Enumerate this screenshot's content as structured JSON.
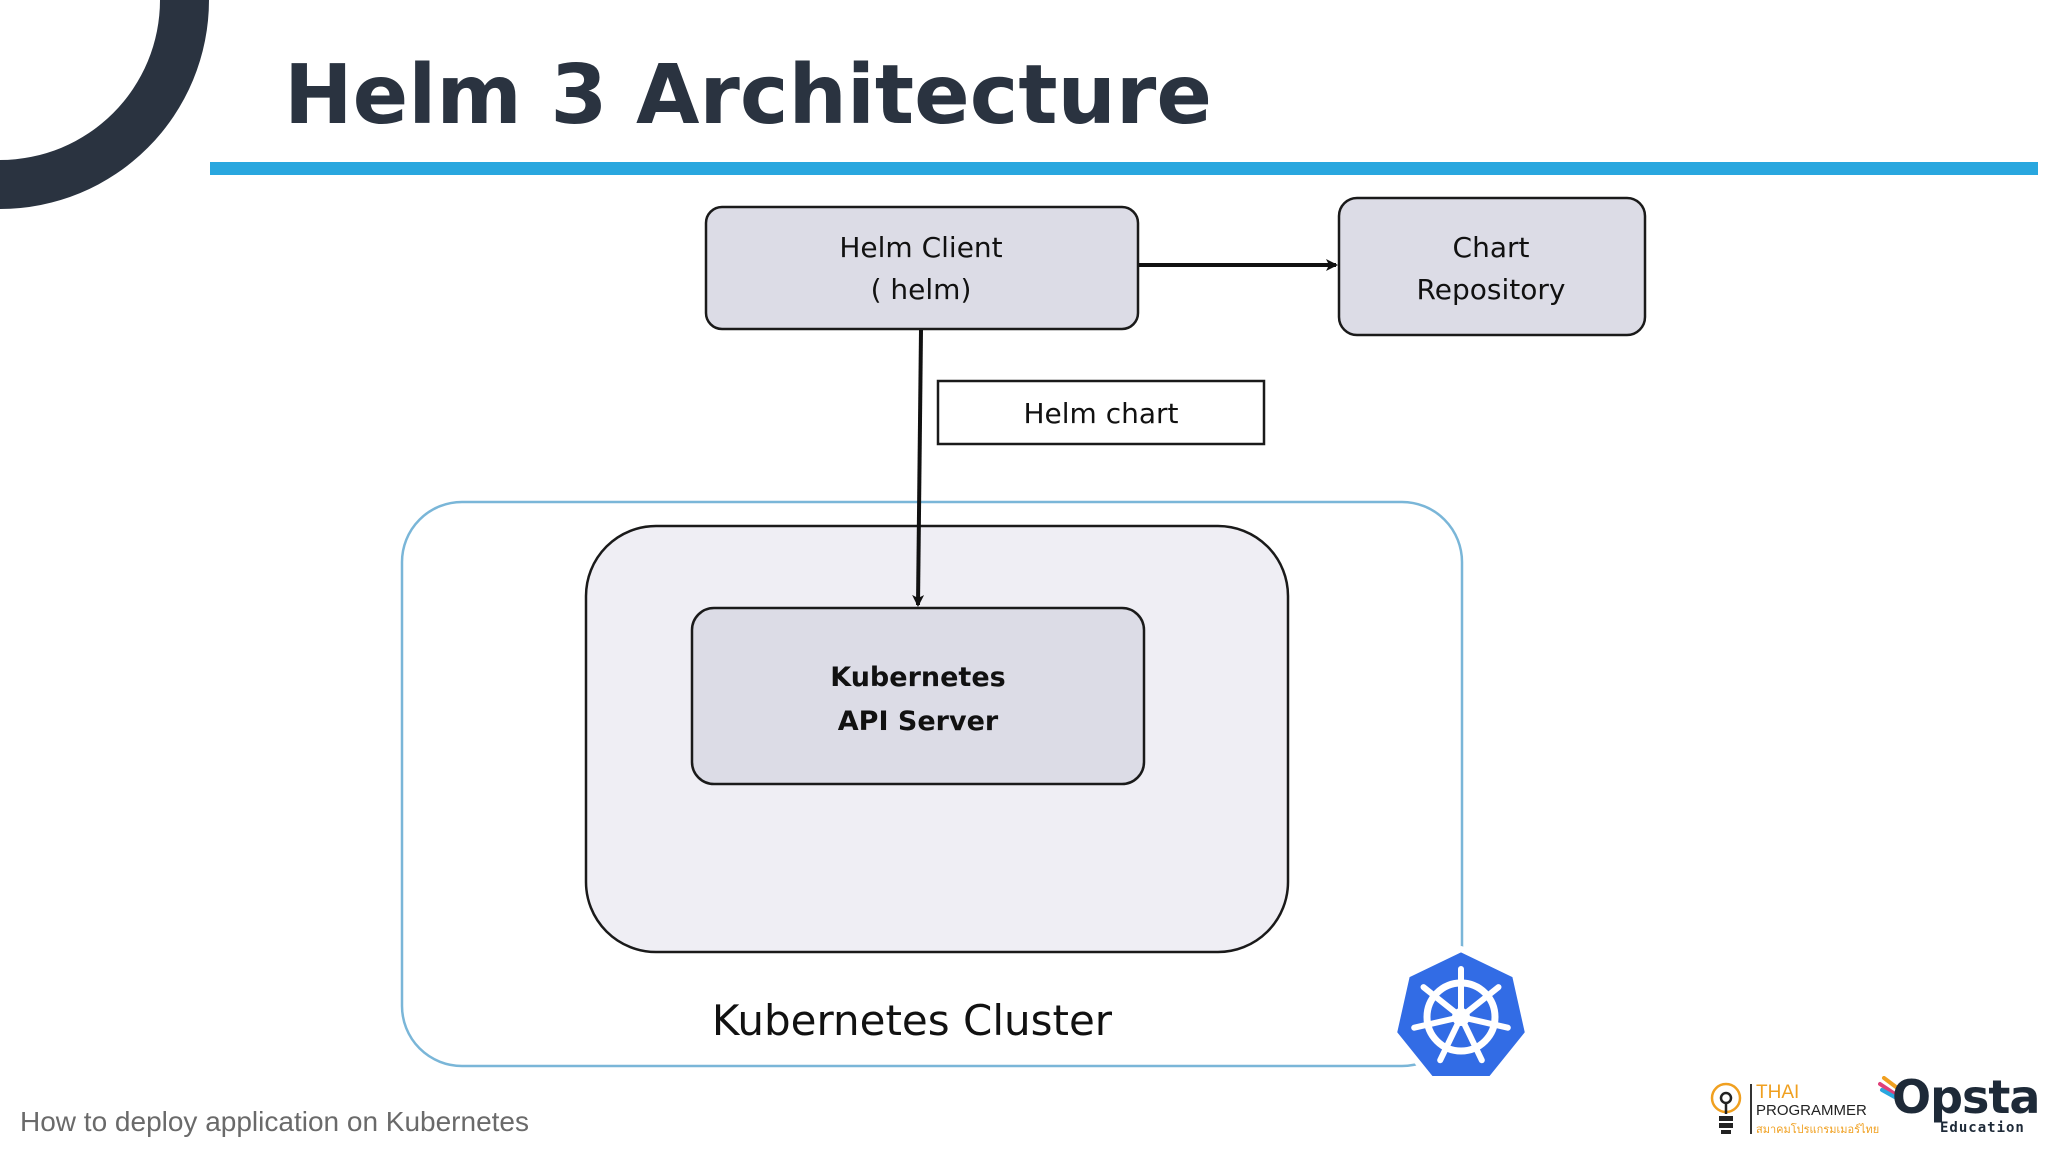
{
  "slide": {
    "title": "Helm 3 Architecture",
    "footer": "How to deploy application on Kubernetes",
    "accent_color": "#29a7df",
    "title_color": "#2a3340"
  },
  "diagram": {
    "helm_client": {
      "line1": "Helm Client",
      "line2": "( helm)"
    },
    "chart_repository": {
      "line1": "Chart",
      "line2": "Repository"
    },
    "helm_chart_label": "Helm chart",
    "api_server": {
      "line1": "Kubernetes",
      "line2": "API Server"
    },
    "cluster_label": "Kubernetes Cluster",
    "kubernetes_logo": "kubernetes-wheel-icon"
  },
  "logos": {
    "thai_programmer": {
      "line1": "THAI",
      "line2": "PROGRAMMER",
      "sub": "สมาคมโปรแกรมเมอร์ไทย"
    },
    "opsta": {
      "word": "Opsta",
      "sub": "Education"
    }
  }
}
